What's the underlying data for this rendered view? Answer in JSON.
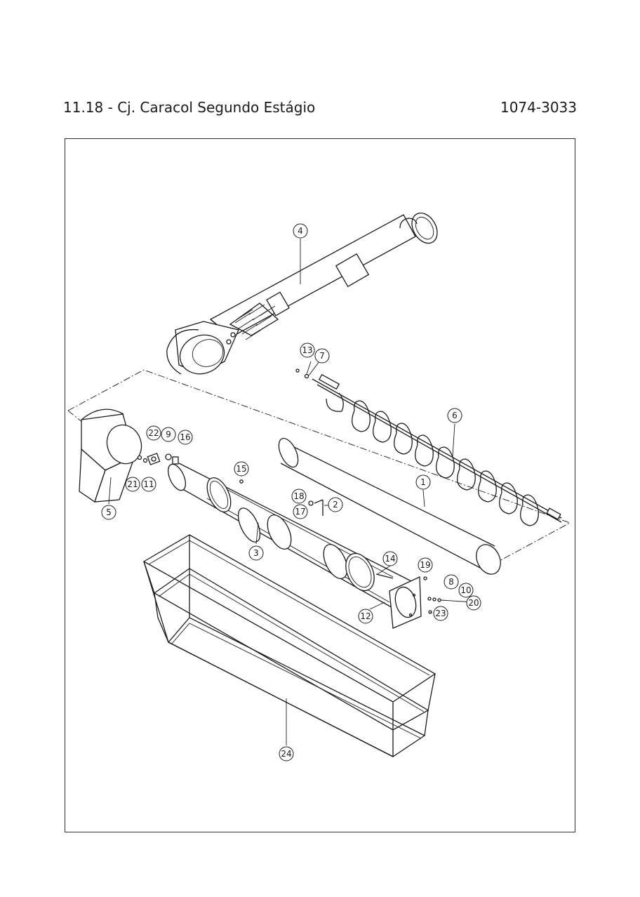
{
  "header": {
    "title": "11.18 - Cj. Caracol Segundo Estágio",
    "code": "1074-3033"
  },
  "callouts": {
    "c1": "1",
    "c2": "2",
    "c3": "3",
    "c4": "4",
    "c5": "5",
    "c6": "6",
    "c7": "7",
    "c8": "8",
    "c9": "9",
    "c10": "10",
    "c11": "11",
    "c12": "12",
    "c13": "13",
    "c14": "14",
    "c15": "15",
    "c16": "16",
    "c17": "17",
    "c18": "18",
    "c19": "19",
    "c20": "20",
    "c21": "21",
    "c22": "22",
    "c23": "23",
    "c24": "24"
  }
}
